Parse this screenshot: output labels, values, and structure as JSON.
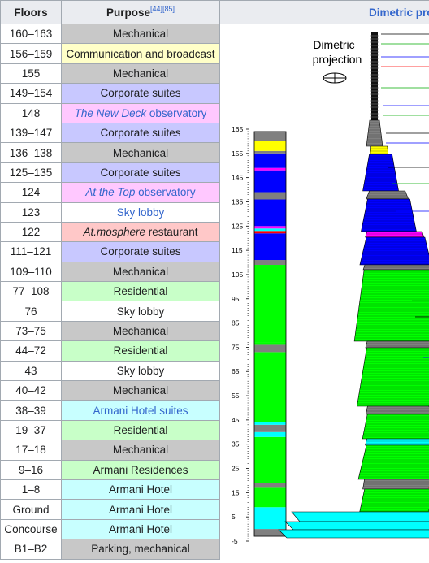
{
  "table": {
    "headers": {
      "floors": "Floors",
      "purpose": "Purpose",
      "refs": "[44][85]"
    },
    "rows": [
      {
        "floors": "160–163",
        "purpose": "Mechanical",
        "type": "mech"
      },
      {
        "floors": "156–159",
        "purpose": "Communication and broadcast",
        "type": "comm"
      },
      {
        "floors": "155",
        "purpose": "Mechanical",
        "type": "mech"
      },
      {
        "floors": "149–154",
        "purpose": "Corporate suites",
        "type": "corp"
      },
      {
        "floors": "148",
        "purpose_em": "The New Deck",
        "purpose_rest": " observatory",
        "type": "obs",
        "link": true
      },
      {
        "floors": "139–147",
        "purpose": "Corporate suites",
        "type": "corp"
      },
      {
        "floors": "136–138",
        "purpose": "Mechanical",
        "type": "mech"
      },
      {
        "floors": "125–135",
        "purpose": "Corporate suites",
        "type": "corp"
      },
      {
        "floors": "124",
        "purpose_em": "At the Top",
        "purpose_rest": " observatory",
        "type": "obs",
        "link": true
      },
      {
        "floors": "123",
        "purpose": "Sky lobby",
        "type": "sky",
        "link": true
      },
      {
        "floors": "122",
        "purpose_em": "At.mosphere",
        "purpose_rest": " restaurant",
        "type": "rest"
      },
      {
        "floors": "111–121",
        "purpose": "Corporate suites",
        "type": "corp"
      },
      {
        "floors": "109–110",
        "purpose": "Mechanical",
        "type": "mech"
      },
      {
        "floors": "77–108",
        "purpose": "Residential",
        "type": "res"
      },
      {
        "floors": "76",
        "purpose": "Sky lobby",
        "type": "sky"
      },
      {
        "floors": "73–75",
        "purpose": "Mechanical",
        "type": "mech"
      },
      {
        "floors": "44–72",
        "purpose": "Residential",
        "type": "res"
      },
      {
        "floors": "43",
        "purpose": "Sky lobby",
        "type": "sky"
      },
      {
        "floors": "40–42",
        "purpose": "Mechanical",
        "type": "mech"
      },
      {
        "floors": "38–39",
        "purpose": "Armani Hotel suites",
        "type": "hotel",
        "link": true
      },
      {
        "floors": "19–37",
        "purpose": "Residential",
        "type": "res"
      },
      {
        "floors": "17–18",
        "purpose": "Mechanical",
        "type": "mech"
      },
      {
        "floors": "9–16",
        "purpose": "Armani Residences",
        "type": "res"
      },
      {
        "floors": "1–8",
        "purpose": "Armani Hotel",
        "type": "hotel"
      },
      {
        "floors": "Ground",
        "purpose": "Armani Hotel",
        "type": "hotel"
      },
      {
        "floors": "Concourse",
        "purpose": "Armani Hotel",
        "type": "hotel"
      },
      {
        "floors": "B1–B2",
        "purpose": "Parking, mechanical",
        "type": "mech"
      }
    ]
  },
  "diagram": {
    "header": "Dimetric pro",
    "projection_label_line1": "Dimetric",
    "projection_label_line2": "projection",
    "axis_ticks": [
      "165",
      "155",
      "145",
      "135",
      "125",
      "115",
      "105",
      "95",
      "85",
      "75",
      "65",
      "55",
      "45",
      "35",
      "25",
      "15",
      "5",
      "-5"
    ],
    "colors": {
      "mechanical": "#808080",
      "broadcast": "#ffff00",
      "corporate": "#0000ff",
      "observatory": "#ff00ff",
      "restaurant": "#ff0000",
      "residential": "#00ff00",
      "hotel": "#00ffff"
    }
  }
}
